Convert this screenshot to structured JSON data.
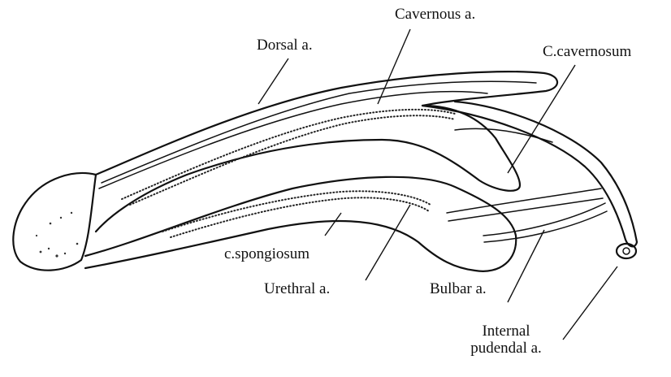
{
  "labels": {
    "cavernous": "Cavernous a.",
    "dorsal": "Dorsal a.",
    "c_cavernosum": "C.cavernosum",
    "c_spongiosum": "c.spongiosum",
    "urethral": "Urethral a.",
    "bulbar": "Bulbar a.",
    "internal_pudendal_line1": "Internal",
    "internal_pudendal_line2": "pudendal a."
  }
}
